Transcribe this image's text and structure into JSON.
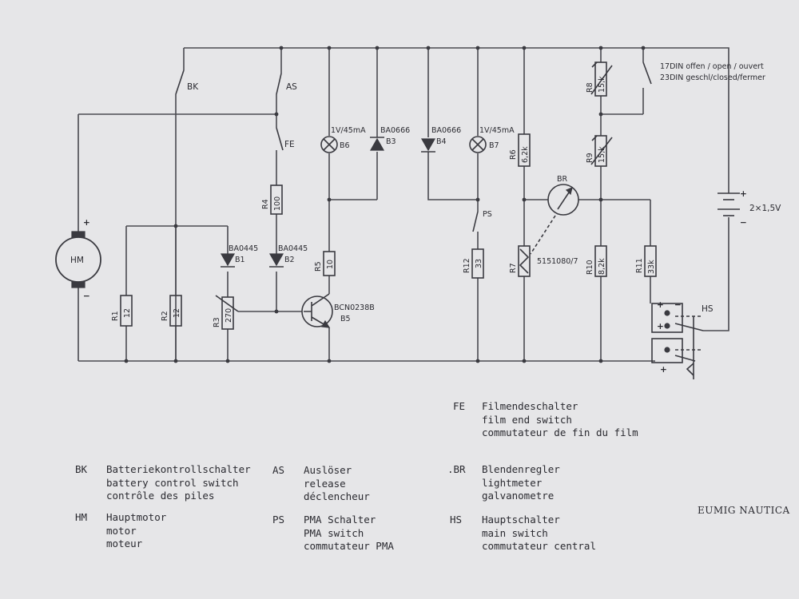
{
  "diagram": {
    "components": {
      "hm": "HM",
      "hm_plus": "+",
      "hm_minus": "−",
      "bk": "BK",
      "as": "AS",
      "fe": "FE",
      "r4_name": "R4",
      "r4_value": "100",
      "b1_type": "BA0445",
      "b1_name": "B1",
      "b2_type": "BA0445",
      "b2_name": "B2",
      "r1_name": "R1",
      "r1_value": "12",
      "r2_name": "R2",
      "r2_value": "12",
      "r3_name": "R3",
      "r3_value": "270",
      "r5_name": "R5",
      "r5_value": "10",
      "b5_type": "BCN0238B",
      "b5_name": "B5",
      "b6_rating": "1V/45mA",
      "b6_name": "B6",
      "b3_type": "BA0666",
      "b3_name": "B3",
      "b4_type": "BA0666",
      "b4_name": "B4",
      "b7_rating": "1V/45mA",
      "b7_name": "B7",
      "ps": "PS",
      "r12_name": "R12",
      "r12_value": "33",
      "r6_name": "R6",
      "r6_value": "6,2k",
      "r7_name": "R7",
      "r7_type": "5151080/7",
      "br": "BR",
      "r8_name": "R8",
      "r8_value": "15,k",
      "r9_name": "R9",
      "r9_value": "15,k",
      "r10_name": "R10",
      "r10_value": "8,2k",
      "r11_name": "R11",
      "r11_value": "33k",
      "din_line1": "17DIN offen / open / ouvert",
      "din_line2": "23DIN geschl/closed/fermer",
      "battery": "2×1,5V",
      "batt_plus": "+",
      "batt_minus": "−",
      "hs": "HS",
      "hs_plus1": "+",
      "hs_minus1": "−",
      "hs_plus2": "+",
      "hs_plus3": "+"
    }
  },
  "legend": [
    {
      "abbr": "FE",
      "lines": [
        "Filmendeschalter",
        "film end switch",
        "commutateur de fin du film"
      ]
    },
    {
      "abbr": "BK",
      "lines": [
        "Batteriekontrollschalter",
        "battery control switch",
        "contrôle des piles"
      ]
    },
    {
      "abbr": "AS",
      "lines": [
        "Auslöser",
        "release",
        "déclencheur"
      ]
    },
    {
      "abbr": ".BR",
      "lines": [
        "Blendenregler",
        "lightmeter",
        "galvanometre"
      ]
    },
    {
      "abbr": "HM",
      "lines": [
        "Hauptmotor",
        "motor",
        "moteur"
      ]
    },
    {
      "abbr": "PS",
      "lines": [
        "PMA Schalter",
        "PMA switch",
        "commutateur PMA"
      ]
    },
    {
      "abbr": "HS",
      "lines": [
        "Hauptschalter",
        "main switch",
        "commutateur central"
      ]
    }
  ],
  "brand": "EUMIG NAUTICA"
}
